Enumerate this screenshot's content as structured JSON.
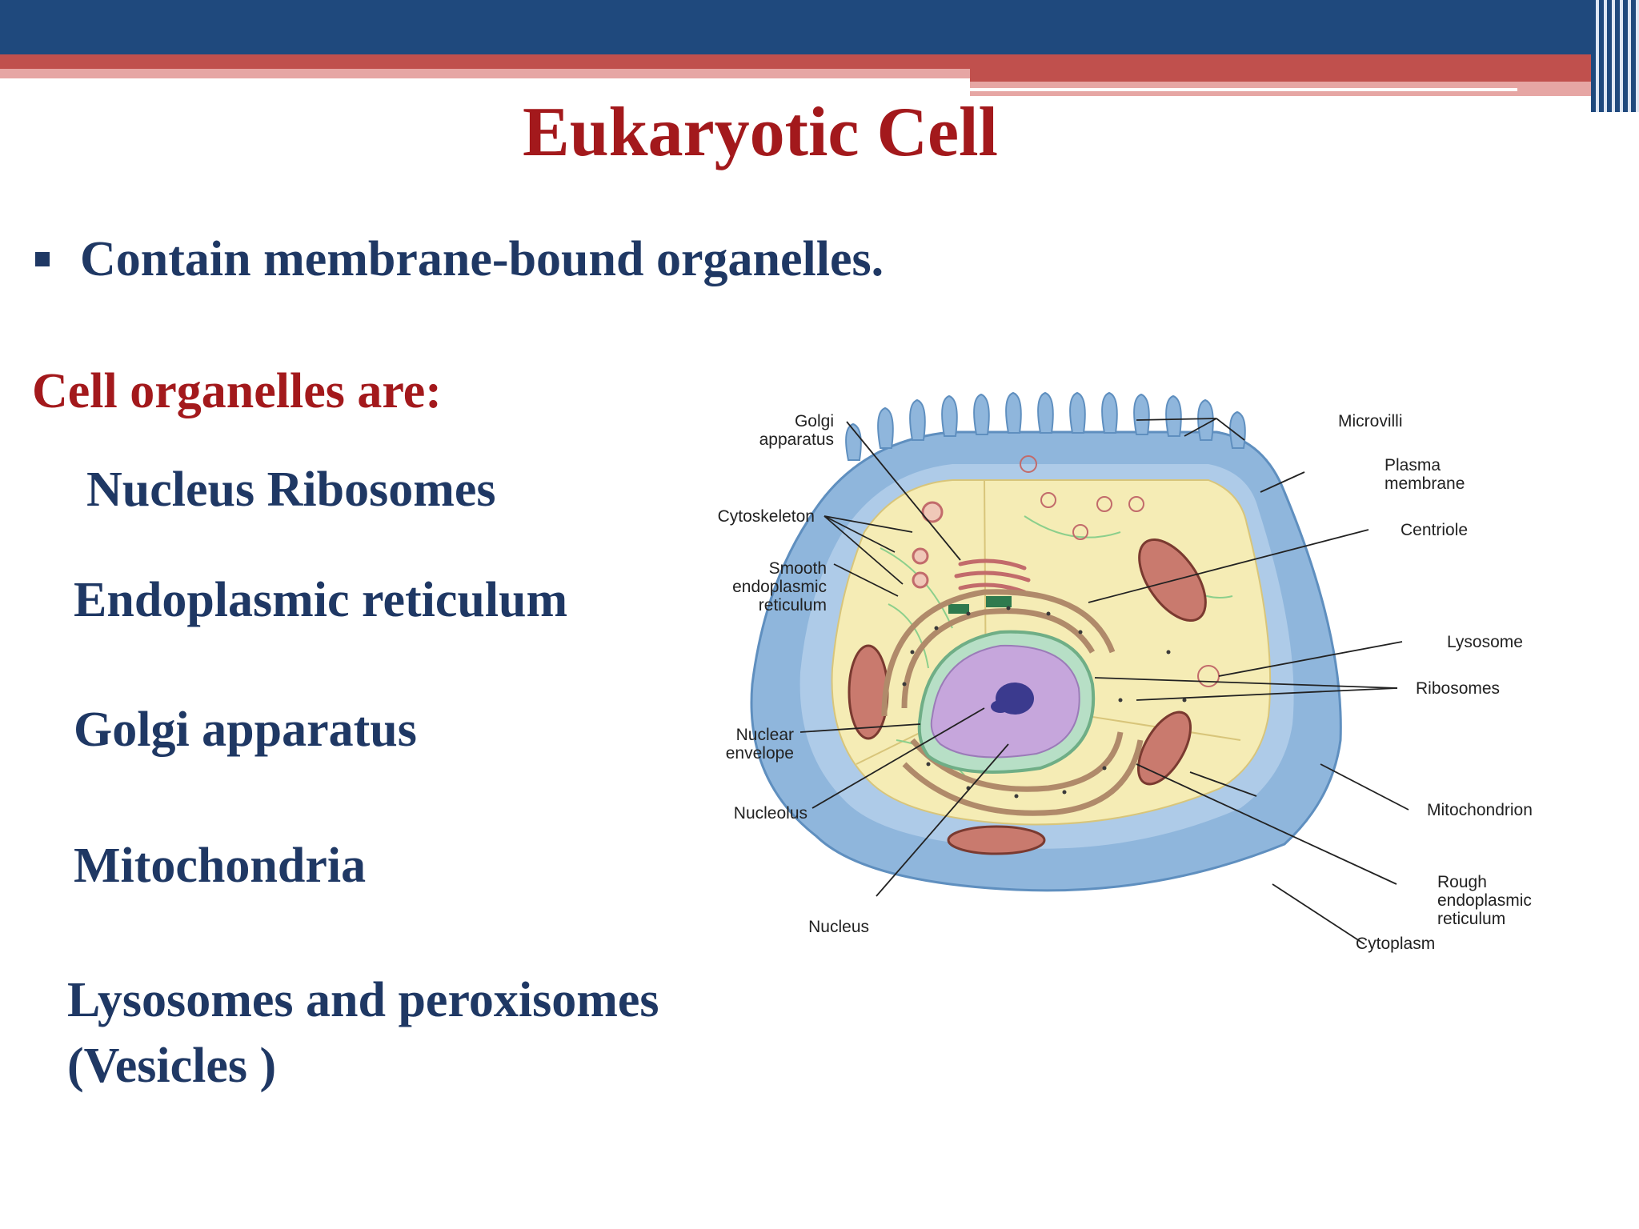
{
  "slide": {
    "title": "Eukaryotic Cell",
    "bullet": "Contain membrane-bound organelles.",
    "subheading": "Cell organelles are:",
    "organelles": [
      "Nucleus  Ribosomes",
      "Endoplasmic reticulum",
      "Golgi apparatus",
      "Mitochondria",
      "Lysosomes and  peroxisomes",
      "(Vesicles )"
    ]
  },
  "diagram": {
    "labels": {
      "golgi_1": "Golgi",
      "golgi_2": "apparatus",
      "cytoskeleton": "Cytoskeleton",
      "smooth_1": "Smooth",
      "smooth_2": "endoplasmic",
      "smooth_3": "reticulum",
      "nuclear_1": "Nuclear",
      "nuclear_2": "envelope",
      "nucleolus": "Nucleolus",
      "nucleus": "Nucleus",
      "microvilli": "Microvilli",
      "plasma_1": "Plasma",
      "plasma_2": "membrane",
      "centriole": "Centriole",
      "lysosome": "Lysosome",
      "ribosomes": "Ribosomes",
      "mitochondrion": "Mitochondrion",
      "rough_1": "Rough",
      "rough_2": "endoplasmic",
      "rough_3": "reticulum",
      "cytoplasm": "Cytoplasm"
    }
  },
  "colors": {
    "header_blue": "#1f497d",
    "header_red": "#c0504d",
    "title_red": "#a3191c",
    "body_navy": "#1f3864",
    "membrane_blue": "#8fb6dc",
    "cytoplasm_yellow": "#f5ecb5",
    "nucleus_purple": "#c6a6dc"
  }
}
